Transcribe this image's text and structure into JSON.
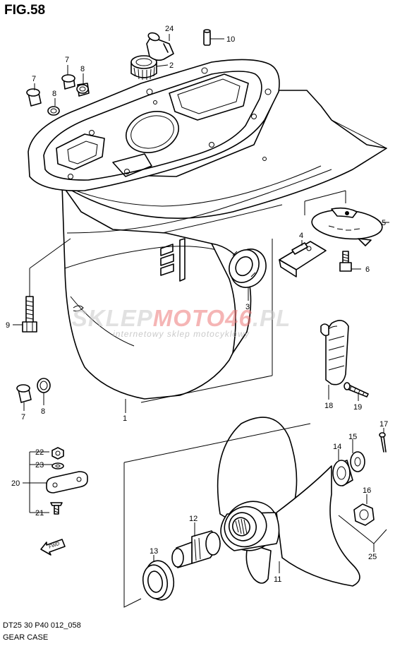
{
  "figure": {
    "title": "FIG.58",
    "code": "DT25 30 P40 012_058",
    "name": "GEAR CASE"
  },
  "watermark": {
    "main_a": "SKLEP",
    "main_b": "MOTO",
    "main_c": "46",
    "main_d": ".PL",
    "sub": "internetowy sklep motocyklowy"
  },
  "fwd_label": "FWD",
  "callouts": {
    "c1": "1",
    "c2": "2",
    "c3": "3",
    "c4": "4",
    "c5": "5",
    "c6": "6",
    "c7a": "7",
    "c7b": "7",
    "c7c": "7",
    "c8a": "8",
    "c8b": "8",
    "c8c": "8",
    "c9": "9",
    "c10": "10",
    "c11": "11",
    "c12": "12",
    "c13": "13",
    "c14": "14",
    "c15": "15",
    "c16": "16",
    "c17": "17",
    "c18": "18",
    "c19": "19",
    "c20": "20",
    "c21": "21",
    "c22": "22",
    "c23": "23",
    "c24": "24",
    "c25": "25"
  }
}
